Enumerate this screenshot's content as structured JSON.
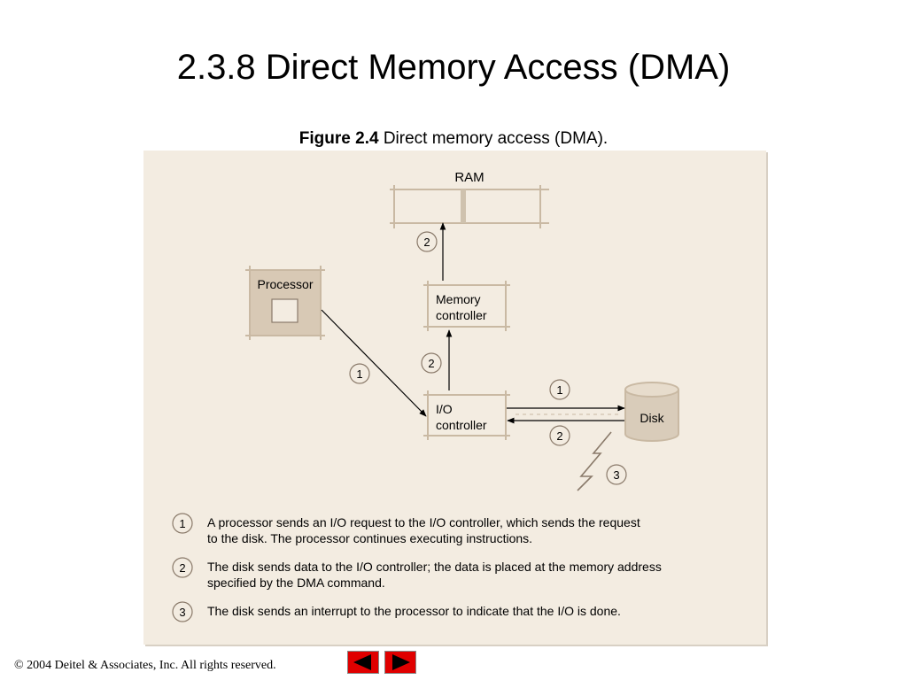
{
  "slide": {
    "title": "2.3.8 Direct Memory Access (DMA)",
    "caption_label": "Figure 2.4",
    "caption_text": " Direct memory access (DMA)."
  },
  "diagram": {
    "ram_label": "RAM",
    "processor_label": "Processor",
    "memory_controller_line1": "Memory",
    "memory_controller_line2": "controller",
    "io_controller_line1": "I/O",
    "io_controller_line2": "controller",
    "disk_label": "Disk",
    "step_markers": {
      "ram_arrow": "2",
      "mc_arrow": "2",
      "processor_arrow": "1",
      "disk_request": "1",
      "disk_data": "2",
      "interrupt": "3"
    },
    "legend": [
      {
        "num": "1",
        "line1": "A processor sends an I/O request to the I/O controller, which sends the request",
        "line2": "to the disk. The processor continues executing instructions."
      },
      {
        "num": "2",
        "line1": "The disk sends data to the I/O controller; the data is placed at the memory address",
        "line2": "specified by the DMA command."
      },
      {
        "num": "3",
        "line1": "The disk sends an interrupt to the processor to indicate that the I/O is done.",
        "line2": ""
      }
    ],
    "colors": {
      "panel_bg": "#f3ece1",
      "box_border": "#c9b9a3",
      "processor_fill": "#d8c9b5",
      "disk_fill": "#d9ccba",
      "line": "#000000",
      "marker_border": "#8a7a6a"
    }
  },
  "footer": {
    "copyright": "© 2004 Deitel & Associates, Inc.  All rights reserved."
  },
  "nav": {
    "prev_icon": "triangle-left-icon",
    "next_icon": "triangle-right-icon"
  }
}
